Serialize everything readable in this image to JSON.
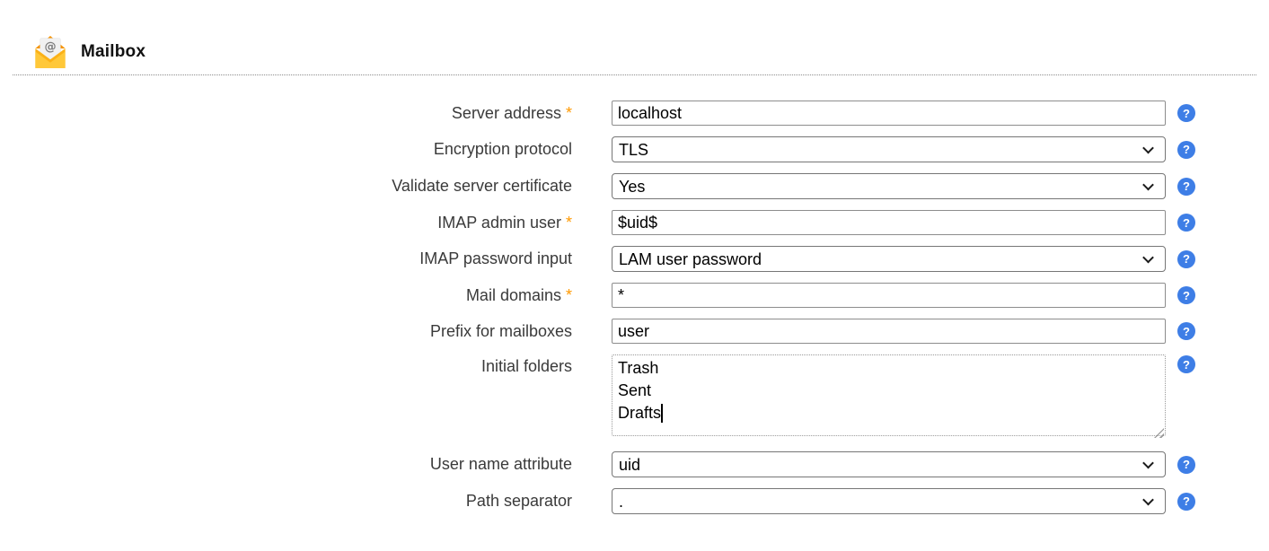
{
  "header": {
    "title": "Mailbox"
  },
  "help": {
    "glyph": "?"
  },
  "form": {
    "required_marker": "*",
    "fields": [
      {
        "id": "server-address",
        "label": "Server address",
        "required": true,
        "type": "text",
        "value": "localhost"
      },
      {
        "id": "encryption-protocol",
        "label": "Encryption protocol",
        "required": false,
        "type": "select",
        "value": "TLS"
      },
      {
        "id": "validate-server-certificate",
        "label": "Validate server certificate",
        "required": false,
        "type": "select",
        "value": "Yes"
      },
      {
        "id": "imap-admin-user",
        "label": "IMAP admin user",
        "required": true,
        "type": "text",
        "value": "$uid$"
      },
      {
        "id": "imap-password-input",
        "label": "IMAP password input",
        "required": false,
        "type": "select",
        "value": "LAM user password"
      },
      {
        "id": "mail-domains",
        "label": "Mail domains",
        "required": true,
        "type": "text",
        "value": "*"
      },
      {
        "id": "prefix-for-mailboxes",
        "label": "Prefix for mailboxes",
        "required": false,
        "type": "text",
        "value": "user"
      },
      {
        "id": "initial-folders",
        "label": "Initial folders",
        "required": false,
        "type": "textarea",
        "value": "Trash\nSent\nDrafts"
      },
      {
        "id": "user-name-attribute",
        "label": "User name attribute",
        "required": false,
        "type": "select",
        "value": "uid"
      },
      {
        "id": "path-separator",
        "label": "Path separator",
        "required": false,
        "type": "select",
        "value": "."
      }
    ]
  },
  "colors": {
    "help_icon_bg": "#3e7ee6",
    "required_marker": "#ff9900",
    "label_text": "#3a3a3a",
    "envelope_yellow": "#fbb117",
    "envelope_flap": "#f59300",
    "envelope_front": "#ffc839"
  }
}
